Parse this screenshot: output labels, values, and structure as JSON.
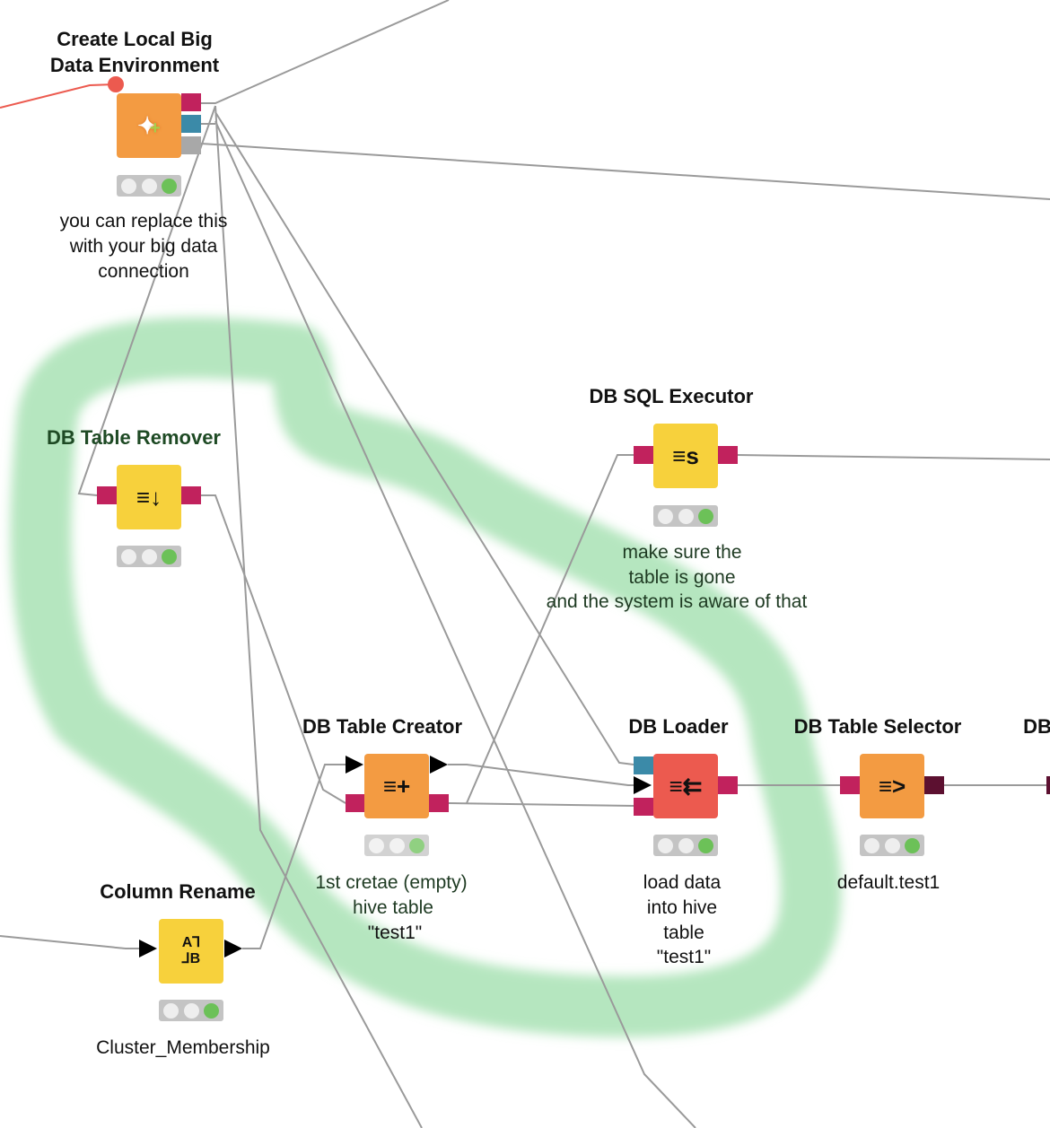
{
  "colors": {
    "component_orange": "#f39b42",
    "db_yellow": "#f7d13c",
    "loader_red": "#ec5a4f",
    "db_port": "#c1225d",
    "spark_port": "#3b8aa8",
    "highlight": "#b5e6bf",
    "ok_green": "#6cc158"
  },
  "nodes": {
    "create_env": {
      "title_line1": "Create Local Big",
      "title_line2": "Data Environment",
      "annotation": [
        "you can replace this",
        "with your big data",
        "connection"
      ],
      "icon": "star-plus-icon",
      "status": "executed"
    },
    "table_remover": {
      "title": "DB Table Remover",
      "icon": "db-arrow-down-icon",
      "status": "executed"
    },
    "sql_executor": {
      "title": "DB SQL Executor",
      "icon": "db-sql-icon",
      "glyph": "s",
      "annotation": [
        "make sure the",
        "table is gone",
        "and the system is aware of that"
      ],
      "status": "executed"
    },
    "table_creator": {
      "title": "DB Table Creator",
      "icon": "db-plus-icon",
      "annotation": [
        "1st cretae (empty)",
        "hive table",
        "\"test1\""
      ],
      "status": "executed"
    },
    "loader": {
      "title": "DB Loader",
      "icon": "db-load-icon",
      "annotation": [
        "load data",
        "into hive",
        "table",
        "\"test1\""
      ],
      "status": "executed"
    },
    "table_selector": {
      "title": "DB Table Selector",
      "icon": "db-select-icon",
      "annotation": [
        "default.test1"
      ],
      "status": "executed"
    },
    "partial": {
      "title": "DB"
    },
    "column_rename": {
      "title": "Column Rename",
      "icon": "column-rename-icon",
      "glyph_top": "A⅂",
      "glyph_bottom": "⅃B",
      "annotation": [
        "Cluster_Membership"
      ],
      "status": "executed"
    }
  }
}
